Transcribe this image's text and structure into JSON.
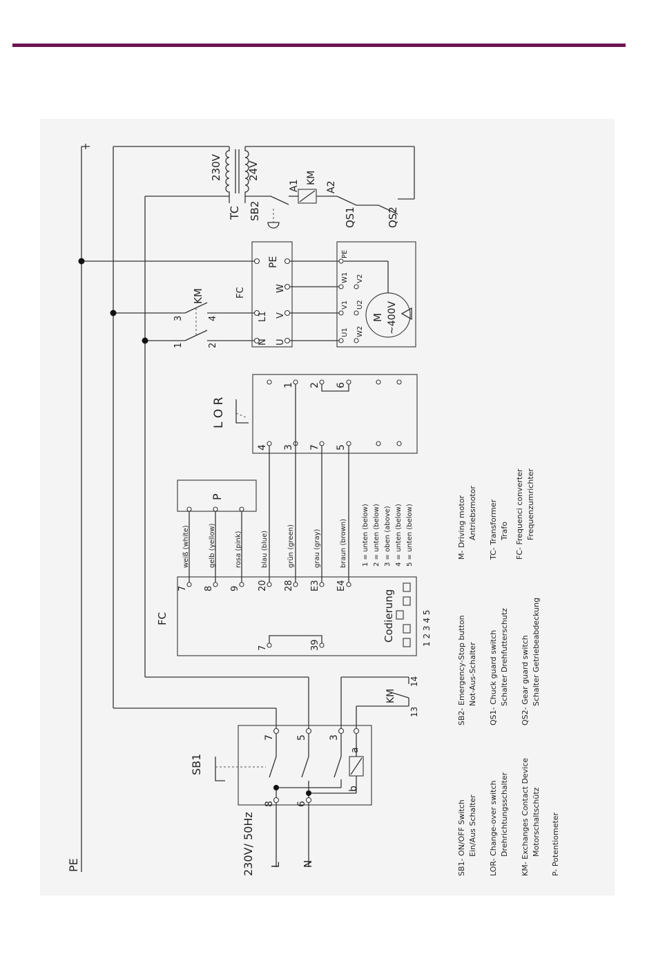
{
  "colors": {
    "top_bar": "#6d1450",
    "wire": "#333333"
  },
  "labels": {
    "pe_rail": "PE",
    "supply": "230V/ 50Hz",
    "l": "L",
    "n": "N",
    "sb1": "SB1",
    "fc_top": "FC",
    "fc_panel": "FC",
    "lor": "L O R",
    "km_main": "KM",
    "km_coil": "KM",
    "km_contact": "KM",
    "tc": "TC",
    "sb2": "SB2",
    "qs1": "QS1",
    "qs2": "QS2",
    "v230": "230V",
    "v24": "24V",
    "a1": "A1",
    "a2": "A2",
    "p": "P",
    "codierung": "Codierung",
    "codierung_numbers": "1 2 3 4 5",
    "motor_m": "M",
    "motor_v": "~400V",
    "coil_a": "a",
    "coil_b": "b"
  },
  "fc_top_terminals": {
    "row1": [
      "PE",
      "W",
      "V",
      "U"
    ],
    "row0": [
      "",
      "",
      "L1",
      "N"
    ]
  },
  "motor_terminals": [
    "PE",
    "W1",
    "V1",
    "U1",
    "V2",
    "U2",
    "W2"
  ],
  "km_main_numbers": [
    "3",
    "4",
    "1",
    "2"
  ],
  "km_aux_numbers": [
    "13",
    "14"
  ],
  "sb1_terminals": [
    "7",
    "5",
    "3",
    "8",
    "6"
  ],
  "lor_terminals": [
    "4",
    "3",
    "7",
    "5",
    "1",
    "2",
    "6"
  ],
  "fc_panel_terminals": [
    "7",
    "8",
    "9",
    "20",
    "28",
    "E3",
    "E4",
    "7",
    "39"
  ],
  "wire_colors": [
    "weiß (white)",
    "gelb (yellow)",
    "rosa (pink)",
    "blau (blue)",
    "grün (green)",
    "grau (gray)",
    "braun (brown)"
  ],
  "coding_notes": [
    "1 = unten (below)",
    "2 = unten (below)",
    "3 = oben (above)",
    "4 = unten (below)",
    "5 = unten (below)"
  ],
  "legend": [
    [
      "SB1- ON/OFF Switch",
      "Ein/Aus Schalter"
    ],
    [
      "LOR- Change-over switch",
      "Drehrichtungsschalter"
    ],
    [
      "KM- Exchanges Contact Device",
      "Motorschaltschütz"
    ],
    [
      "P- Potentiometer",
      ""
    ],
    [
      "SB2- Emergency-Stop button",
      "Not-Aus-Schalter"
    ],
    [
      "QS1- Chuck guard switch",
      "Schalter Drehfutterschutz"
    ],
    [
      "QS2- Gear guard switch",
      "Schalter Getriebeabdeckung"
    ],
    [
      "M- Driving motor",
      "Antriebsmotor"
    ],
    [
      "TC- Transformer",
      "Trafo"
    ],
    [
      "FC- Frequenci converter",
      "Frequenzumrichter"
    ]
  ]
}
